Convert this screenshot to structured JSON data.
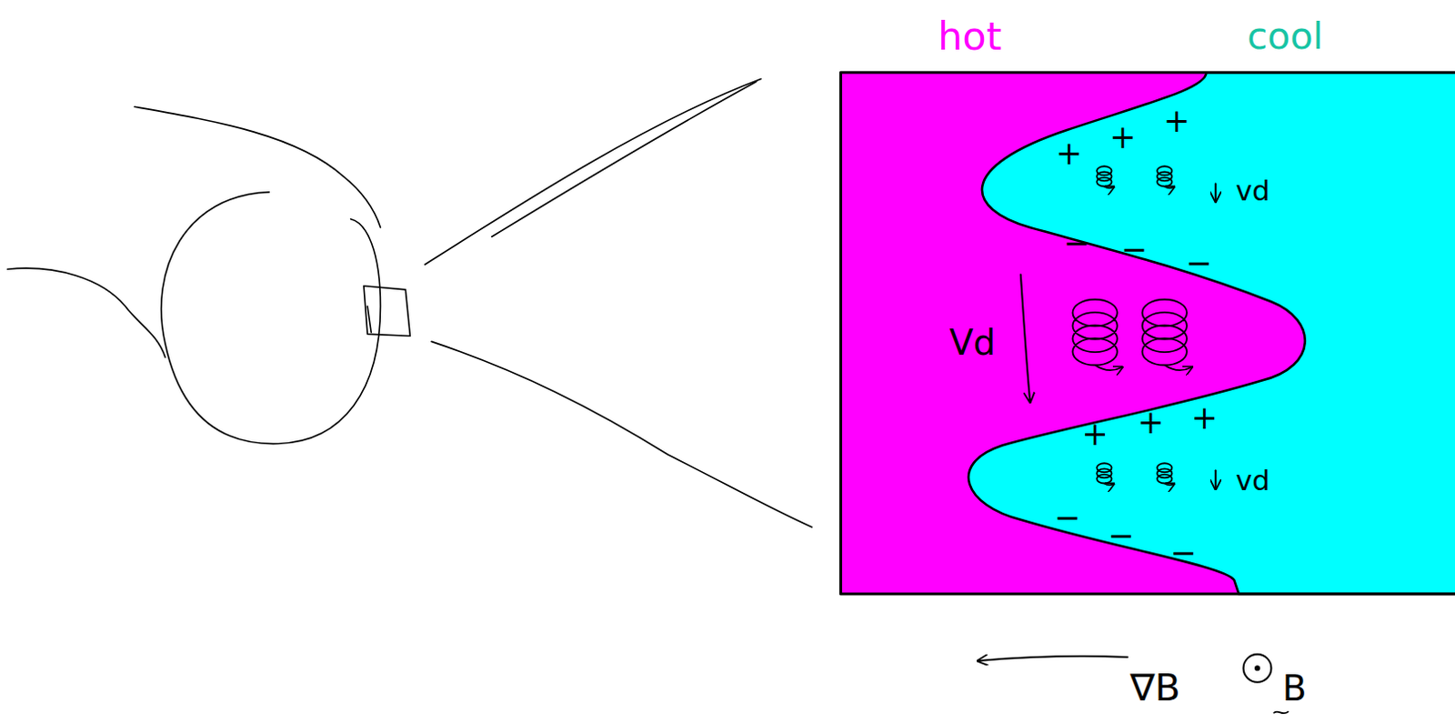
{
  "diagram": {
    "labels": [
      "hot",
      "cool",
      "+",
      "+",
      "+",
      "vd",
      "−",
      "−",
      "−",
      "Vd",
      "+",
      "+",
      "+",
      "vd",
      "−",
      "−",
      "−",
      "∇B",
      "B"
    ]
  }
}
